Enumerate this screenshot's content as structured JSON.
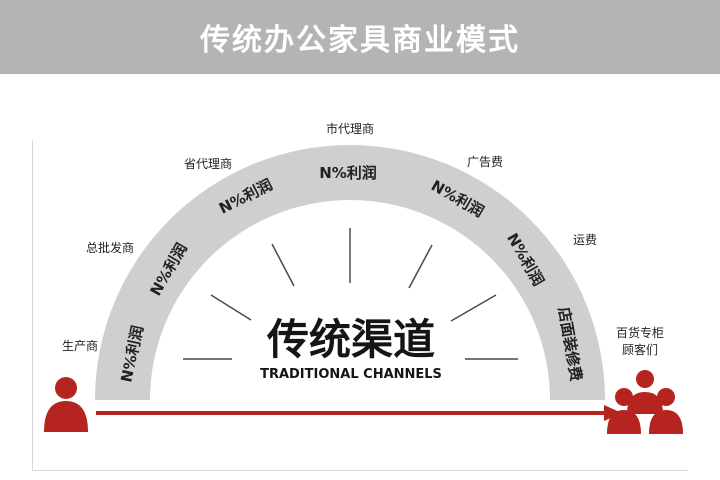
{
  "header": {
    "title": "传统办公家具商业模式"
  },
  "stages": {
    "producer": "生产商",
    "wholesaler": "总批发商",
    "provincial_agent": "省代理商",
    "city_agent": "市代理商",
    "advertising": "广告费",
    "shipping": "运费",
    "retailer_line1": "百货专柜",
    "retailer_line2": "顾客们"
  },
  "bands": {
    "profit_1": "N%利润",
    "profit_2": "N%利润",
    "profit_3": "N%利润",
    "profit_4": "N%利润",
    "profit_5": "N%利润",
    "profit_6": "N%利润",
    "store_fee": "店面装修费"
  },
  "center": {
    "title": "传统渠道",
    "subtitle": "TRADITIONAL CHANNELS"
  },
  "colors": {
    "header_bg": "#b4b4b4",
    "arch": "#cfcfcf",
    "accent_red": "#b5241f",
    "spoke": "#4a4a4a"
  },
  "icons": {
    "left": "person-icon",
    "right": "group-icon"
  }
}
